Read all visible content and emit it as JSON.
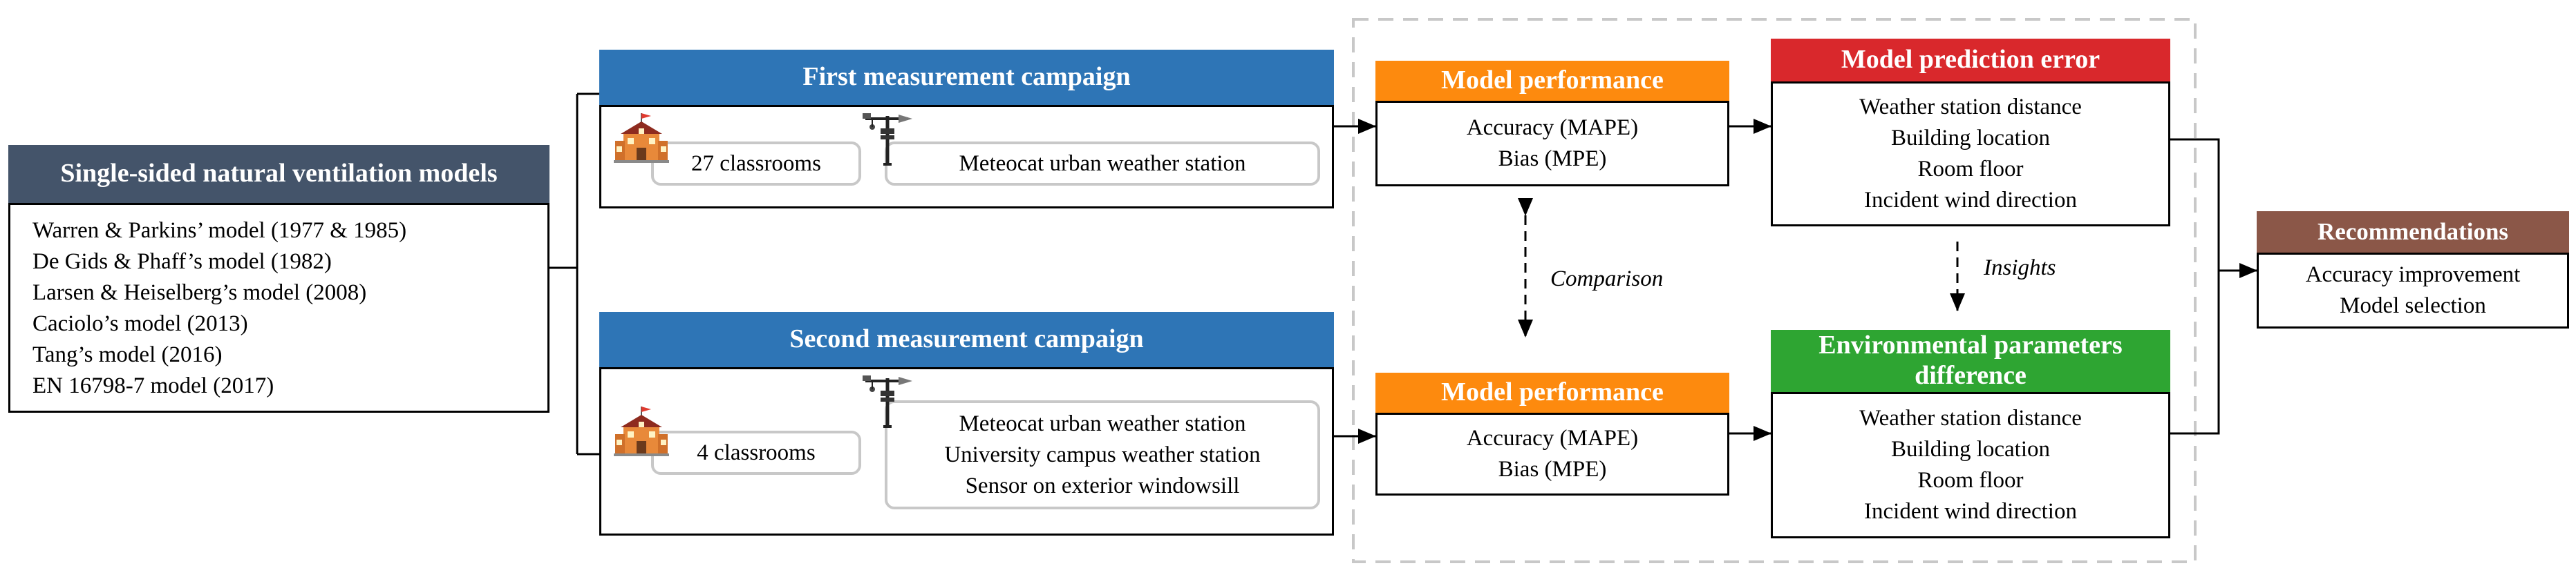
{
  "models_panel": {
    "title": "Single-sided natural ventilation models",
    "items": [
      "Warren & Parkins’ model (1977 & 1985)",
      "De Gids & Phaff’s model (1982)",
      "Larsen & Heiselberg’s model (2008)",
      "Caciolo’s model (2013)",
      "Tang’s model (2016)",
      "EN 16798-7 model (2017)"
    ]
  },
  "campaign1": {
    "title": "First measurement campaign",
    "classrooms": "27 classrooms",
    "stations": [
      "Meteocat urban weather station"
    ]
  },
  "campaign2": {
    "title": "Second measurement campaign",
    "classrooms": "4 classrooms",
    "stations": [
      "Meteocat urban weather station",
      "University campus weather station",
      "Sensor on exterior windowsill"
    ]
  },
  "performance1": {
    "title": "Model performance",
    "lines": [
      "Accuracy (MAPE)",
      "Bias (MPE)"
    ]
  },
  "performance2": {
    "title": "Model performance",
    "lines": [
      "Accuracy (MAPE)",
      "Bias (MPE)"
    ]
  },
  "comparison_label": "Comparison",
  "insights_label": "Insights",
  "prediction_error": {
    "title": "Model prediction error",
    "lines": [
      "Weather station distance",
      "Building location",
      "Room floor",
      "Incident wind direction"
    ]
  },
  "env_difference": {
    "title_lines": [
      "Environmental parameters",
      "difference"
    ],
    "lines": [
      "Weather station distance",
      "Building location",
      "Room floor",
      "Incident wind direction"
    ]
  },
  "recommendations": {
    "title": "Recommendations",
    "lines": [
      "Accuracy improvement",
      "Model selection"
    ]
  },
  "colors": {
    "models_header": "#44546a",
    "campaign_header": "#2e75b6",
    "performance_header": "#fd8a0e",
    "error_header": "#d9282c",
    "env_header": "#2ea532",
    "recommendations_header": "#8b5748",
    "rounded_border": "#c8c8c8",
    "dashed_frame": "#c8c8c8"
  },
  "icons": [
    "school-icon",
    "weather-station-icon"
  ]
}
